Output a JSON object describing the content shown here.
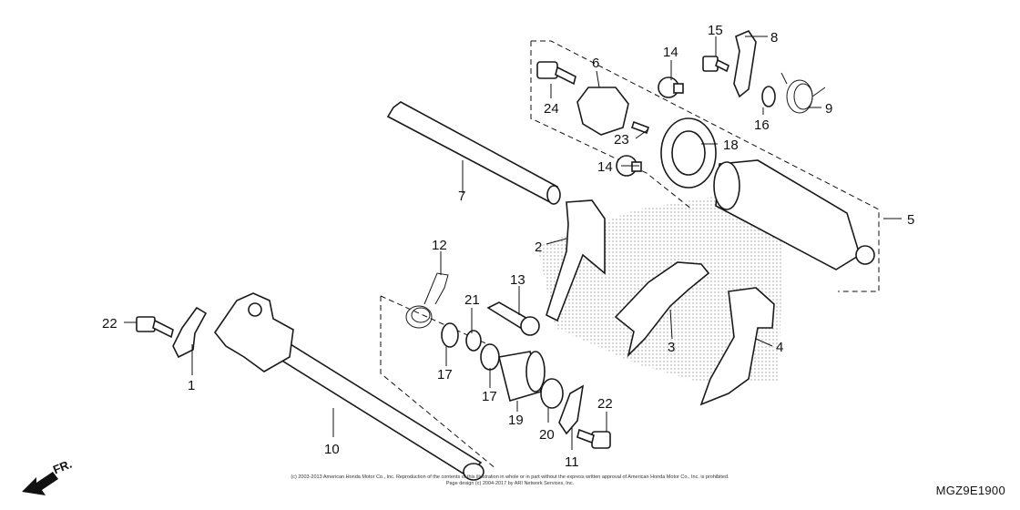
{
  "callouts": [
    "1",
    "2",
    "3",
    "4",
    "5",
    "6",
    "7",
    "8",
    "9",
    "10",
    "11",
    "12",
    "13",
    "14",
    "14",
    "15",
    "16",
    "17",
    "17",
    "18",
    "19",
    "20",
    "21",
    "22",
    "22",
    "23",
    "24"
  ],
  "direction_label": "FR.",
  "copyright_line1": "(c) 2003-2013 American Honda Motor Co., Inc. Reproduction of the contents of this illustration in whole or in part without the express written approval of American Honda Motor Co., Inc. is prohibited.",
  "copyright_line2": "Page design (c) 2004-2017 by ARI Network Services, Inc.",
  "drawing_code": "MGZ9E1900",
  "colors": {
    "line": "#1a1a1a",
    "stipple": "#9a9a9a",
    "background": "#ffffff"
  }
}
